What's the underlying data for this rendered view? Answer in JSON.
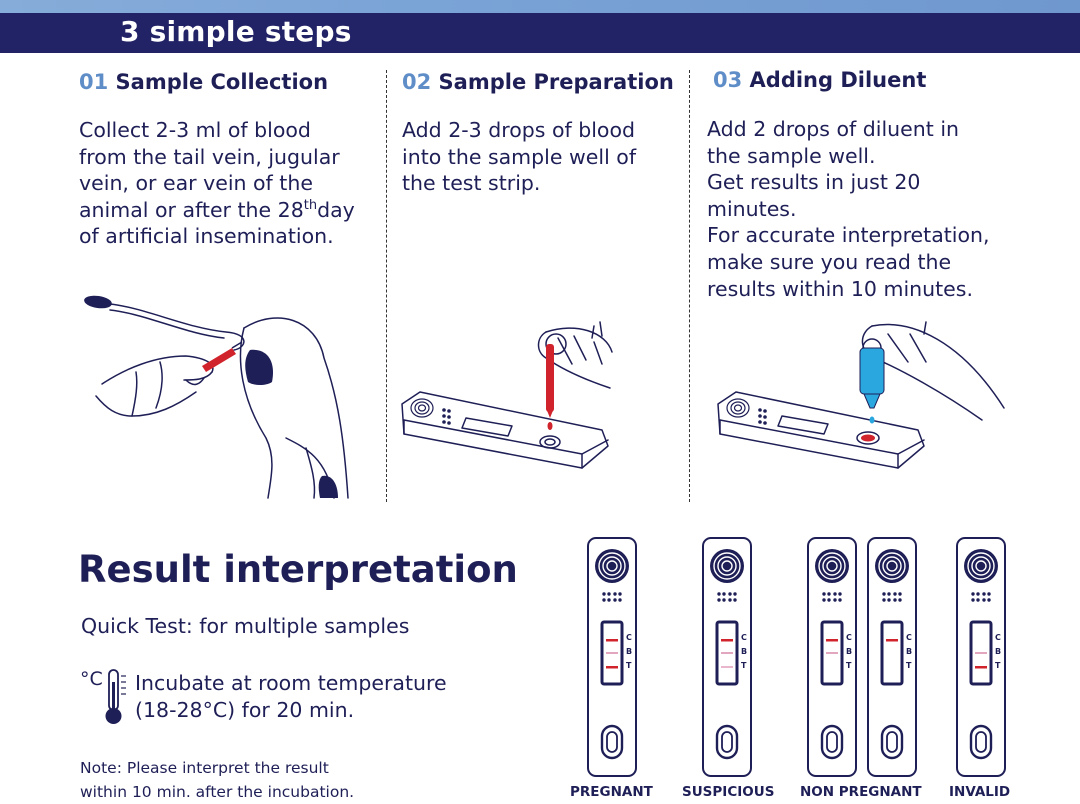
{
  "banner": {
    "title": "3 simple steps"
  },
  "steps": [
    {
      "num": "01",
      "title": "Sample Collection",
      "lines": [
        "Collect 2-3 ml of blood",
        "from the tail vein, jugular",
        "vein, or ear vein of the"
      ],
      "line4_pre": "animal or after the 28",
      "line4_sup": "th",
      "line4_post": "day",
      "line5": "of artificial insemination."
    },
    {
      "num": "02",
      "title": "Sample Preparation",
      "lines": [
        "Add 2-3 drops of blood",
        "into the sample well of",
        "the test strip."
      ]
    },
    {
      "num": "03",
      "title": "Adding Diluent",
      "lines": [
        "Add 2 drops of diluent in",
        "the sample well.",
        "Get results in just 20",
        "minutes.",
        "For accurate interpretation,",
        "make sure you read the",
        " results within 10 minutes."
      ]
    }
  ],
  "results": {
    "heading": "Result interpretation",
    "quick_test": "Quick Test: for multiple samples",
    "temp_symbol": "°C",
    "incubate_lines": [
      "Incubate at room temperature",
      "(18-28°C) for 20 min."
    ],
    "note_lines": [
      "Note: Please interpret the result",
      "within 10 min. after the incubation."
    ],
    "strip_markers": [
      "C",
      "B",
      "T"
    ],
    "labels": {
      "pregnant": "PREGNANT",
      "suspicious": "SUSPICIOUS",
      "non_pregnant": "NON PREGNANT",
      "invalid": "INVALID"
    }
  },
  "colors": {
    "navy": "#222266",
    "text": "#1f1f57",
    "accent_blue": "#5e8dc8",
    "blood_red": "#d0232c",
    "diluent_blue": "#2aa7df"
  }
}
